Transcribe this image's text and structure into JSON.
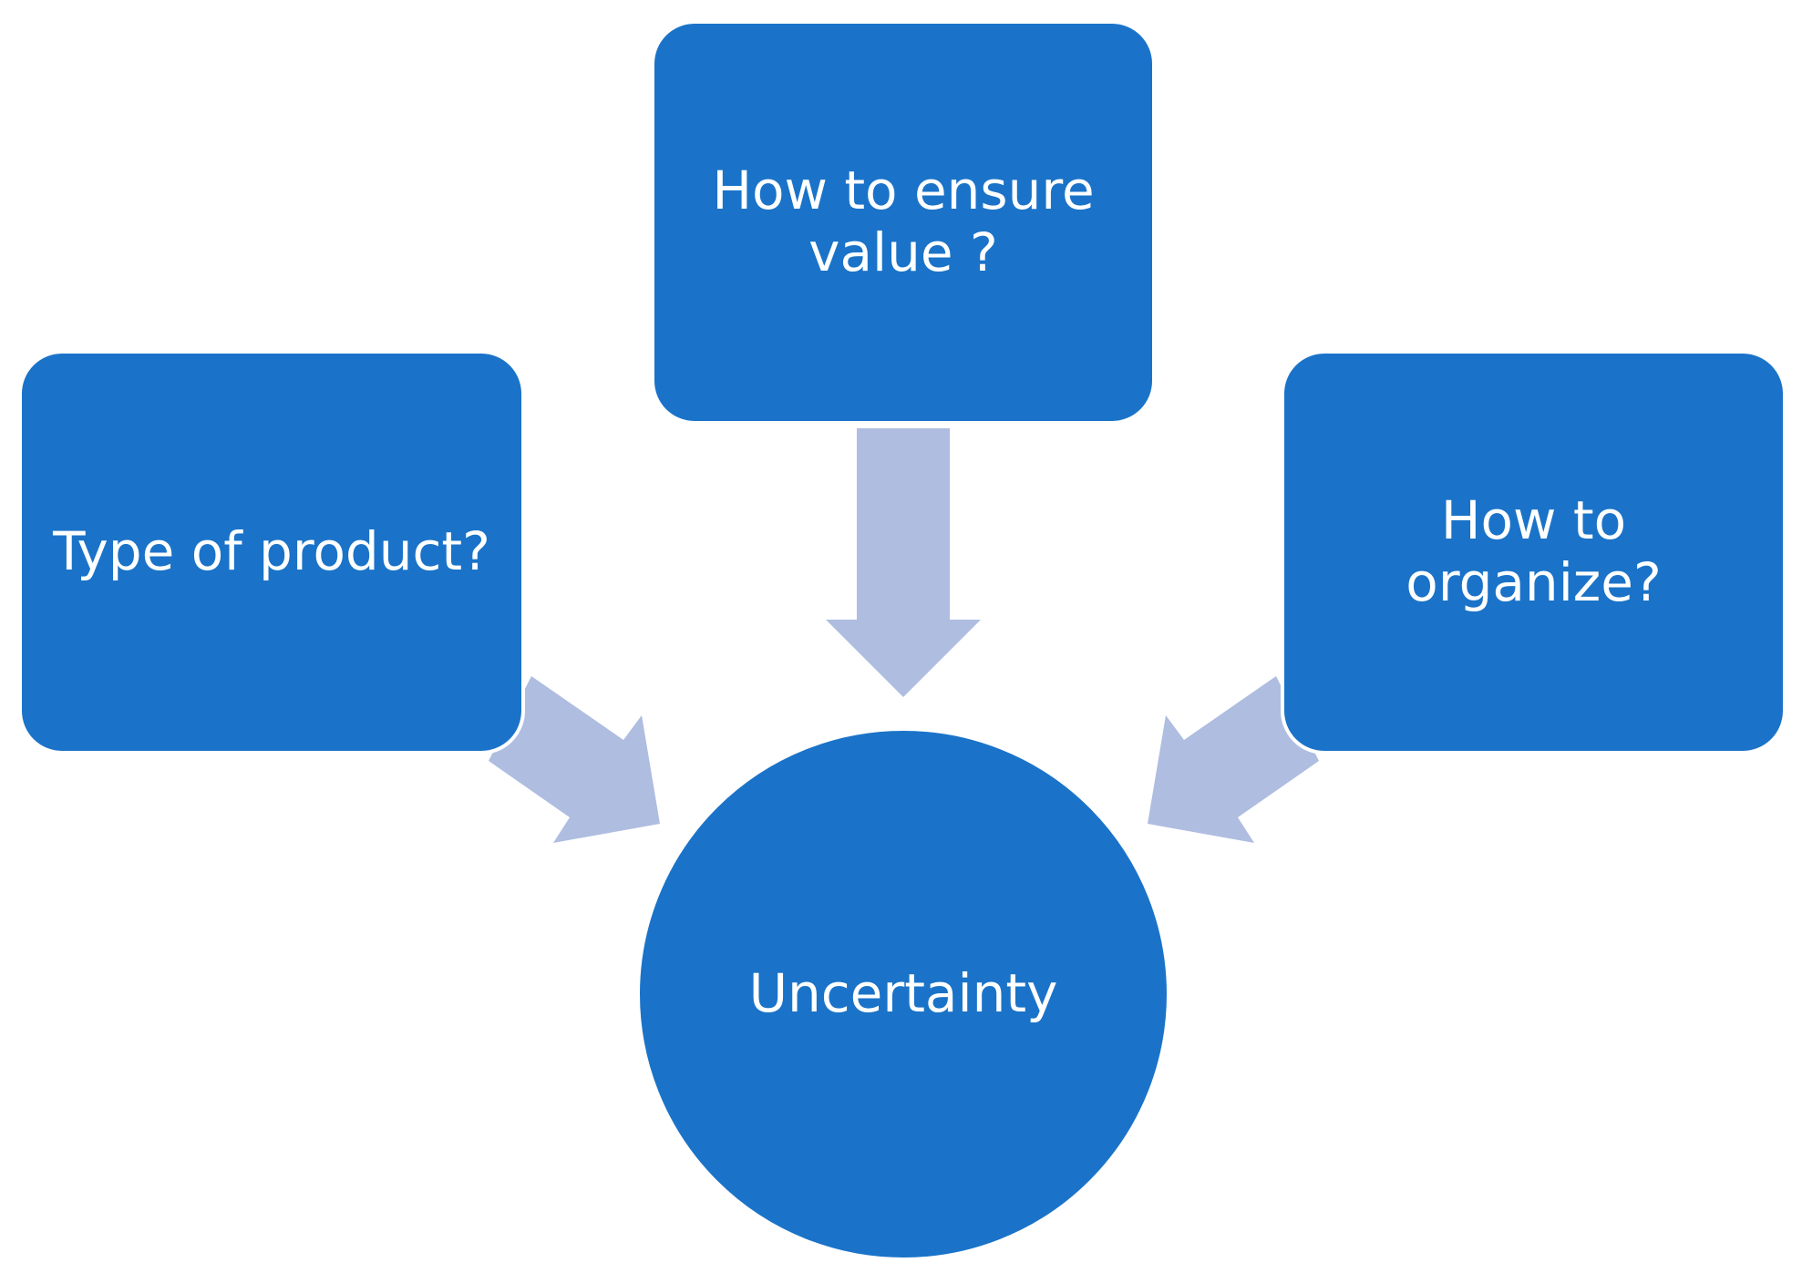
{
  "diagram": {
    "colors": {
      "node_fill": "#1a73c8",
      "arrow_fill": "#aebde0",
      "node_text": "#ffffff"
    },
    "nodes": {
      "center_top": {
        "label_lines": [
          "How to ensure",
          "value ?"
        ]
      },
      "left": {
        "label": "Type of product?"
      },
      "right": {
        "label": "How to organize?"
      },
      "circle": {
        "label": "Uncertainty"
      }
    },
    "arrows": [
      {
        "from": "center_top",
        "to": "circle",
        "direction": "down"
      },
      {
        "from": "left",
        "to": "circle",
        "direction": "down-right"
      },
      {
        "from": "right",
        "to": "circle",
        "direction": "down-left"
      }
    ]
  }
}
